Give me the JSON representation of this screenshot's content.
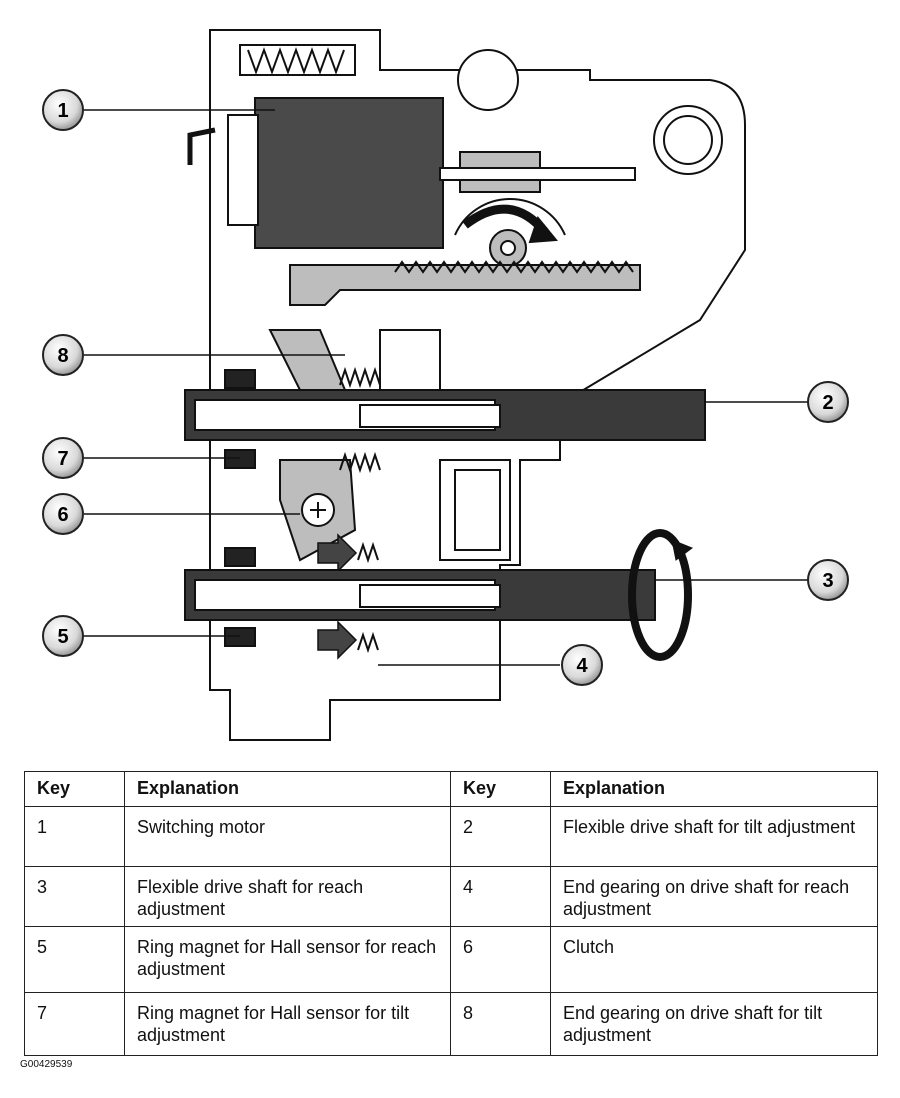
{
  "callouts": [
    "1",
    "2",
    "3",
    "4",
    "5",
    "6",
    "7",
    "8"
  ],
  "table": {
    "headers": [
      "Key",
      "Explanation",
      "Key",
      "Explanation"
    ],
    "rows": [
      [
        {
          "key": "1",
          "text": "Switching motor"
        },
        {
          "key": "2",
          "text": "Flexible drive shaft for tilt adjustment"
        }
      ],
      [
        {
          "key": "3",
          "text": "Flexible drive shaft for reach adjustment"
        },
        {
          "key": "4",
          "text": "End gearing on drive shaft for reach adjustment"
        }
      ],
      [
        {
          "key": "5",
          "text": "Ring magnet for Hall sensor for reach adjustment"
        },
        {
          "key": "6",
          "text": "Clutch"
        }
      ],
      [
        {
          "key": "7",
          "text": "Ring magnet for Hall sensor for tilt adjustment"
        },
        {
          "key": "8",
          "text": "End gearing on drive shaft for tilt adjustment"
        }
      ]
    ]
  },
  "figure_id": "G00429539"
}
